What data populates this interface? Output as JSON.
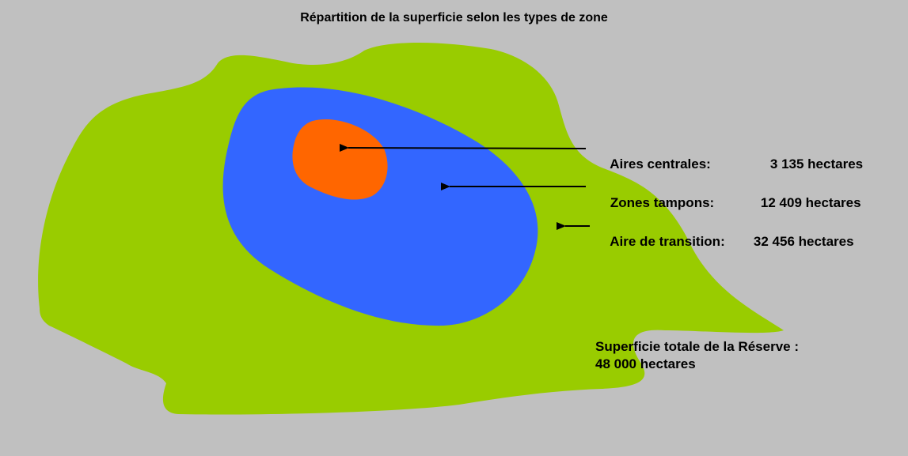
{
  "title": "Répartition de la superficie selon les types de zone",
  "colors": {
    "background": "#c0c0c0",
    "transition": "#99cc00",
    "buffer": "#3366ff",
    "core": "#ff6600",
    "arrows": "#000000"
  },
  "zones": [
    {
      "name": "Aires centrales:",
      "area": "3 135 hectares"
    },
    {
      "name": "Zones tampons:",
      "area": "12 409 hectares"
    },
    {
      "name": "Aire de transition:",
      "area": "32 456 hectares"
    }
  ],
  "total": {
    "label": "Superficie totale de la Réserve :",
    "value": "48 000 hectares"
  }
}
